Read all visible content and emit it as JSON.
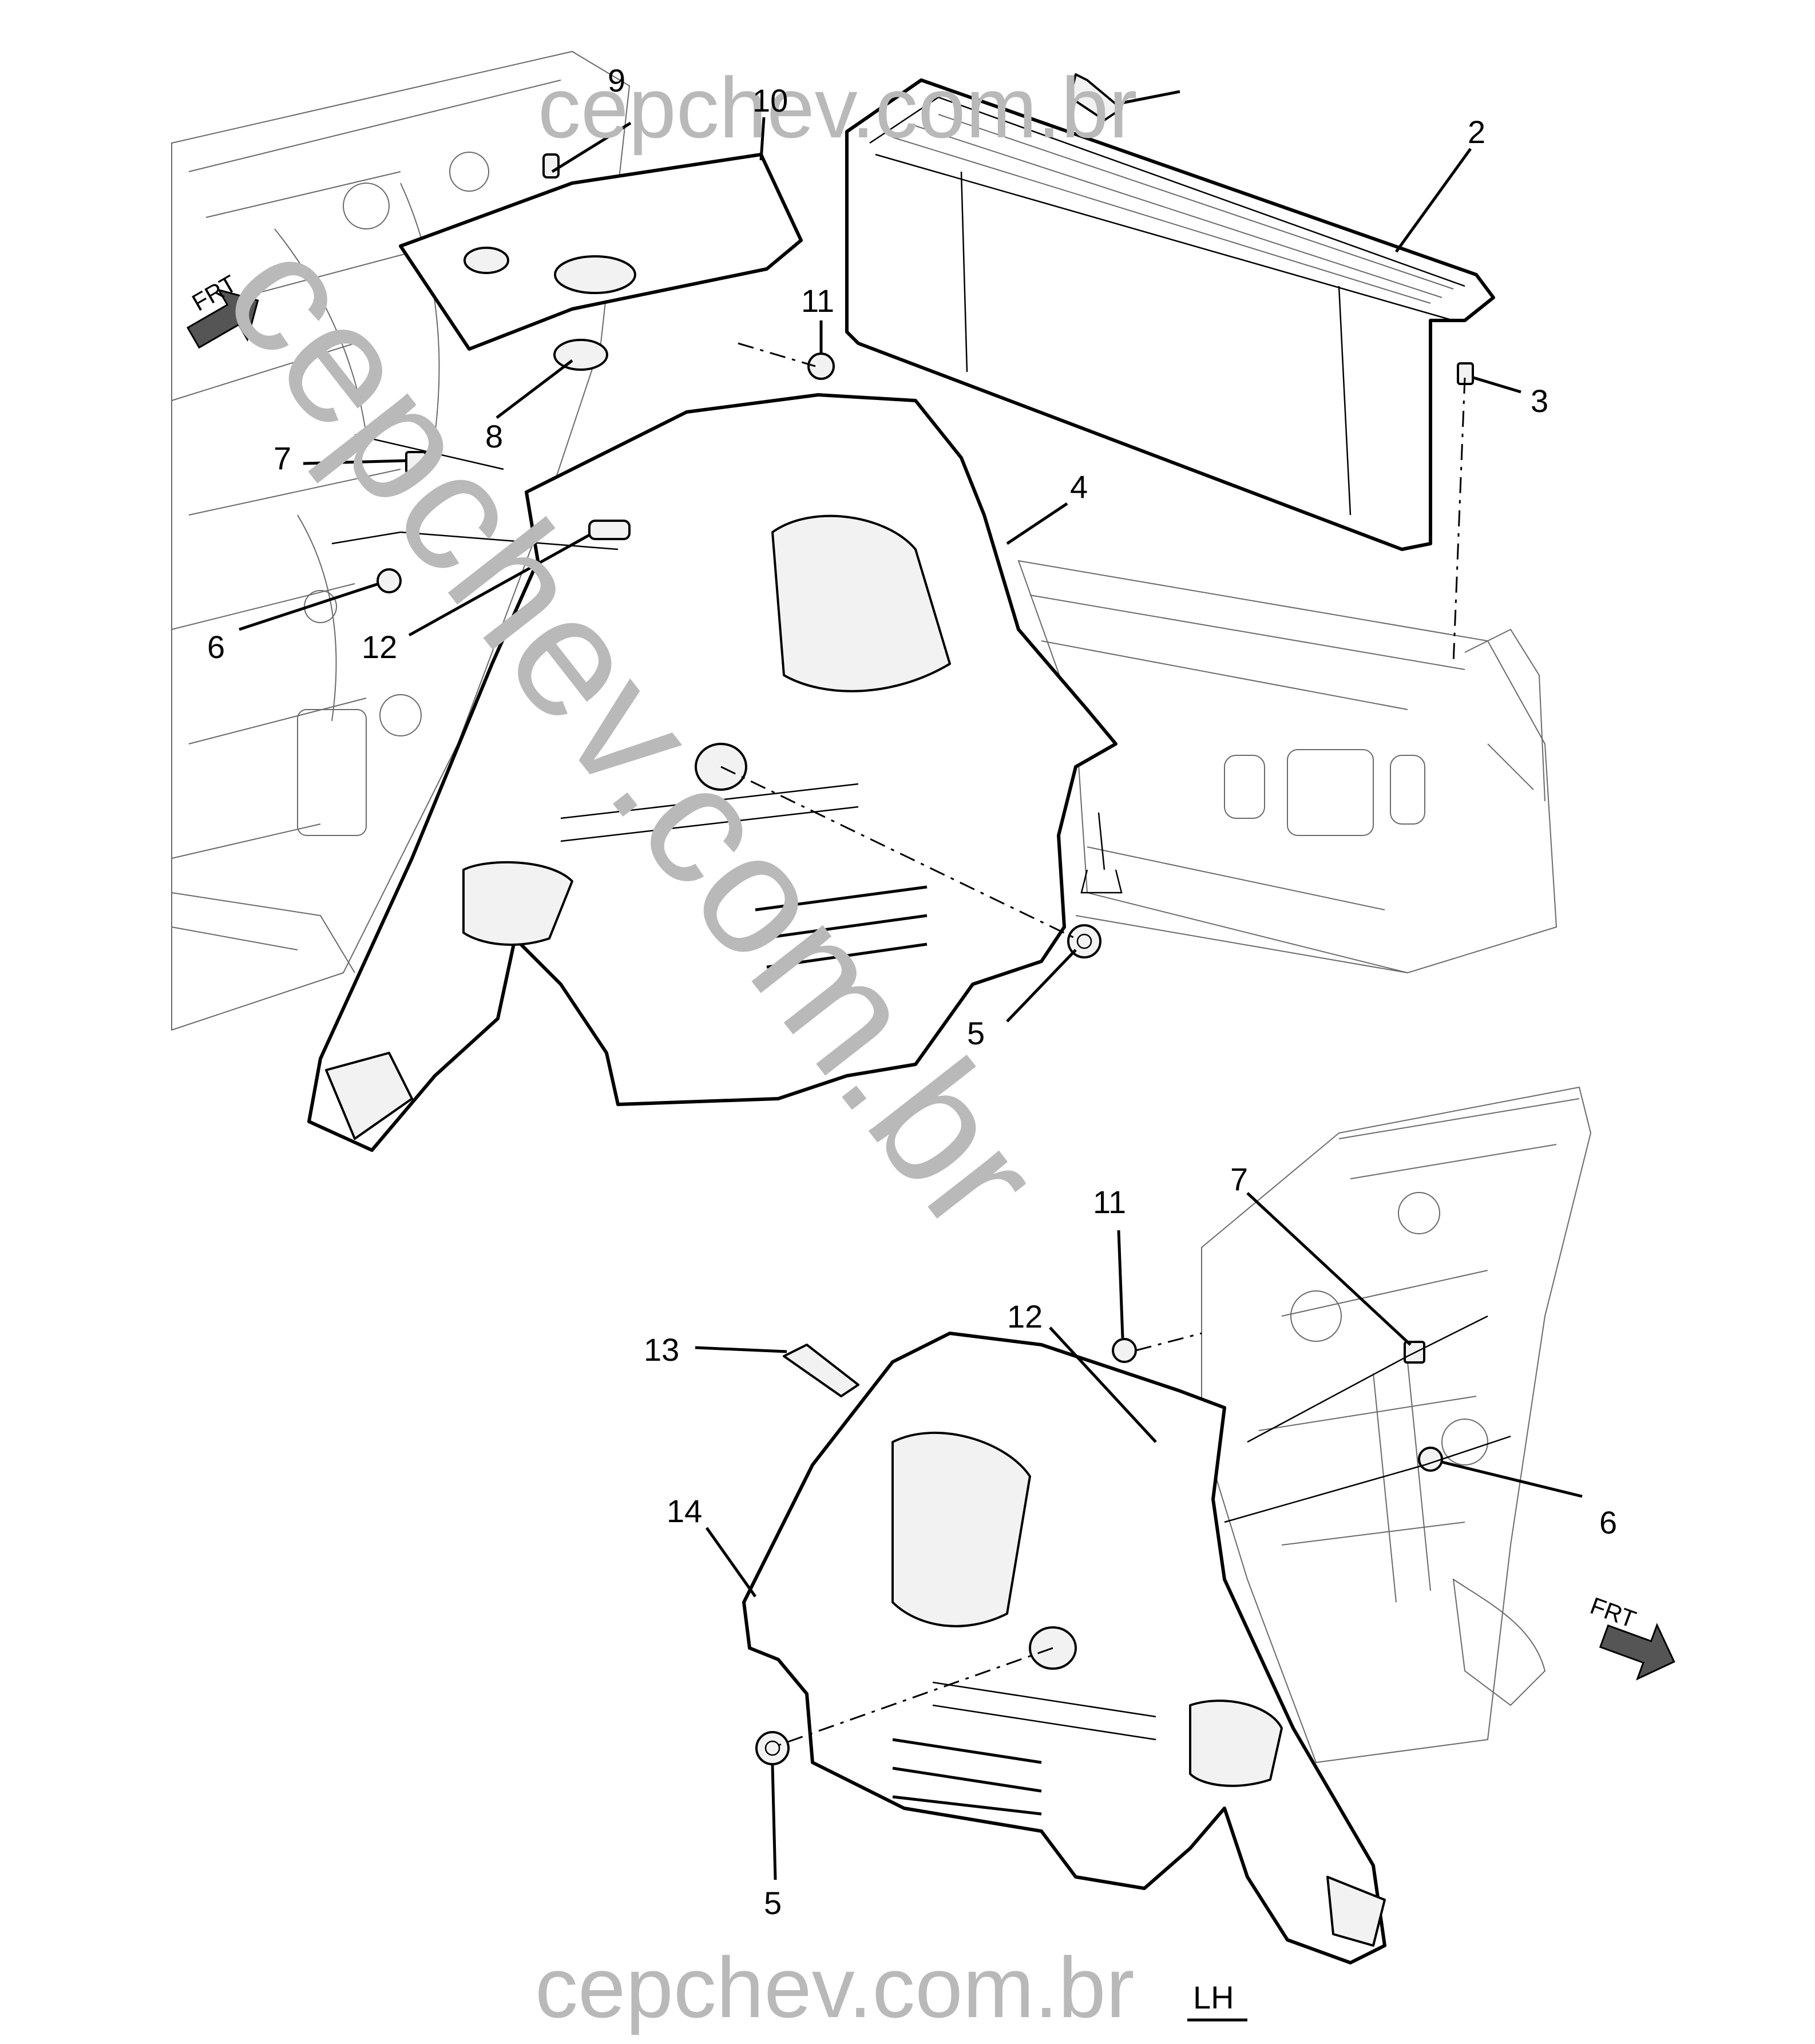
{
  "watermark": {
    "top": "cepchev.com.br",
    "bottom": "cepchev.com.br",
    "diagonal": "cepchev.com.br",
    "color": "#b9b9b9"
  },
  "view_label": "LH",
  "direction_arrows": [
    {
      "label": "FRT"
    },
    {
      "label": "FRT"
    }
  ],
  "callouts": {
    "c9": "9",
    "c10": "10",
    "c2": "2",
    "c11_top": "11",
    "c3": "3",
    "c4": "4",
    "c7_top": "7",
    "c8": "8",
    "c6_top": "6",
    "c12_top": "12",
    "c5_top": "5",
    "c11_bottom": "11",
    "c7_bottom": "7",
    "c12_bottom": "12",
    "c13": "13",
    "c6_bottom": "6",
    "c14": "14",
    "c5_bottom": "5"
  },
  "colors": {
    "line": "#000000",
    "background": "#ffffff"
  }
}
